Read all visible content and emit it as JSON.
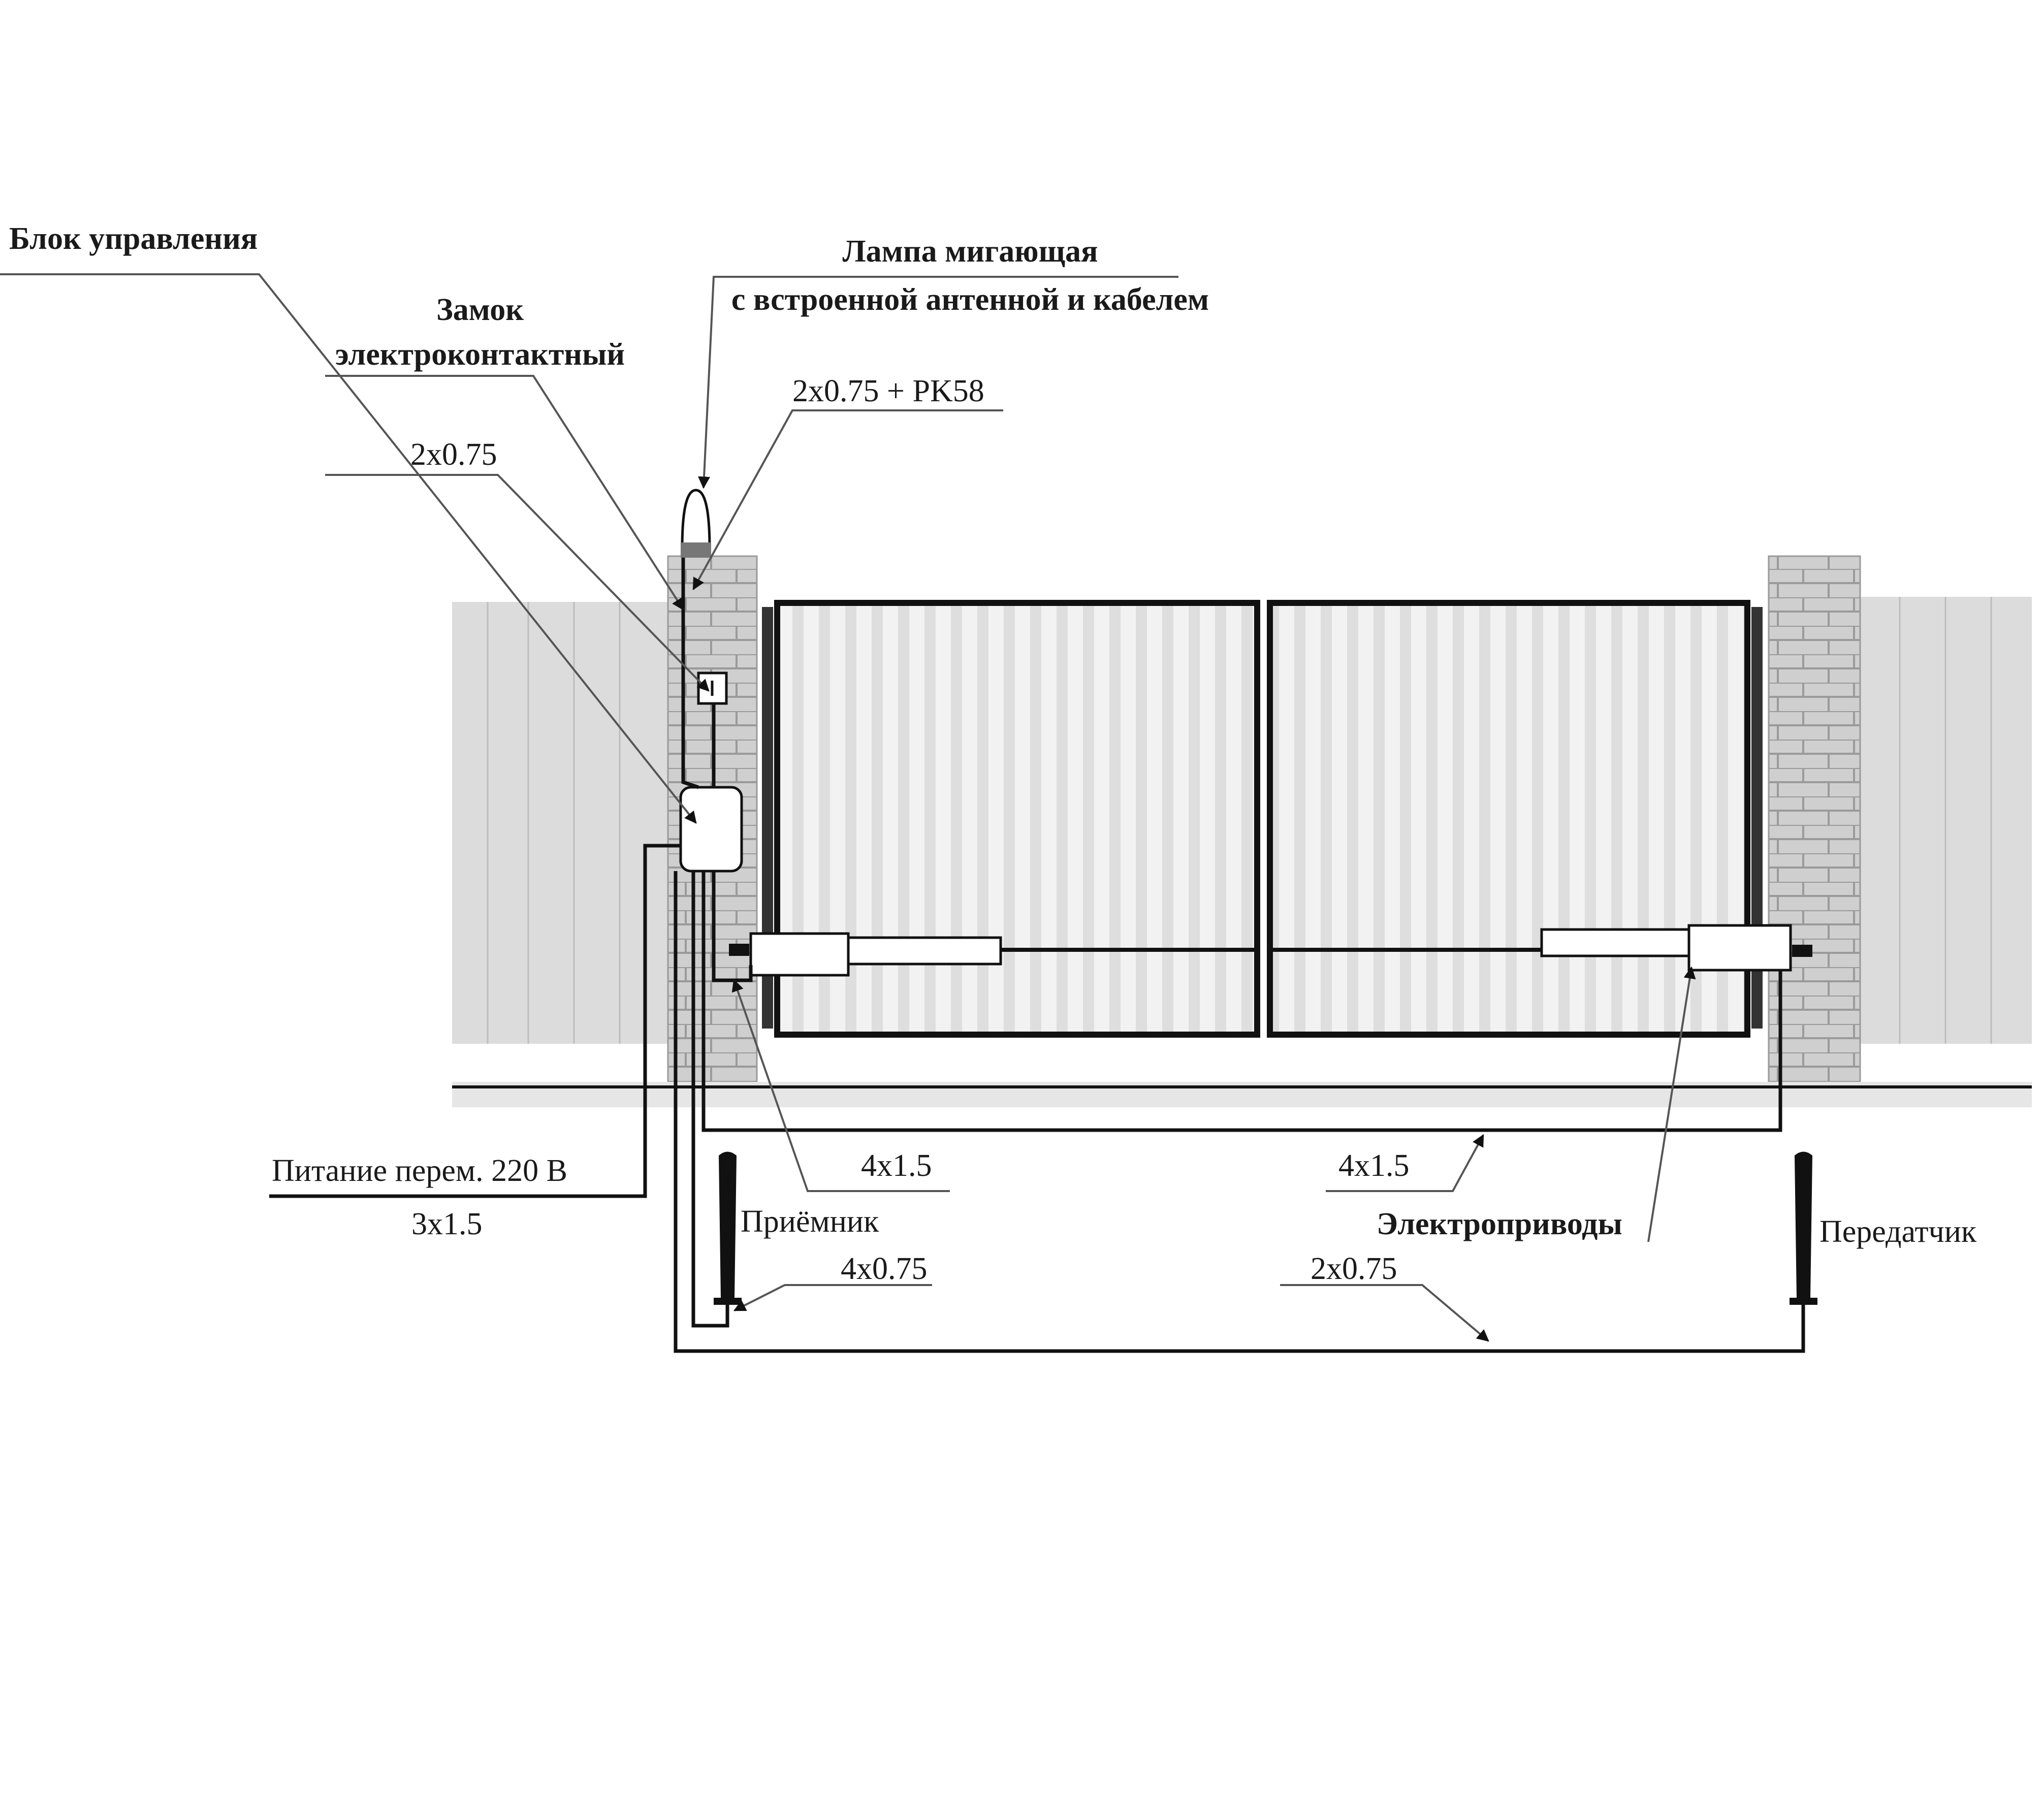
{
  "labels": {
    "control_unit": "Блок управления",
    "lock_line1": "Замок",
    "lock_line2": "электроконтактный",
    "lamp_line1": "Лампа мигающая",
    "lamp_line2": "с встроенной антенной и кабелем",
    "cable_lamp": "2x0.75 + PK58",
    "cable_lock": "2x0.75",
    "power_label": "Питание  перем.  220 В",
    "power_cable": "3x1.5",
    "motor_cable_left": "4x1.5",
    "motor_cable_right": "4x1.5",
    "motors": "Электроприводы",
    "receiver": "Приёмник",
    "receiver_cable": "4x0.75",
    "transmitter": "Передатчик",
    "transmitter_cable": "2x0.75"
  },
  "colors": {
    "line": "#111111",
    "fence": "#dcdcdc",
    "brick": "#cfcfcf",
    "panel": "#ebebeb",
    "ground": "#e6e6e6"
  }
}
